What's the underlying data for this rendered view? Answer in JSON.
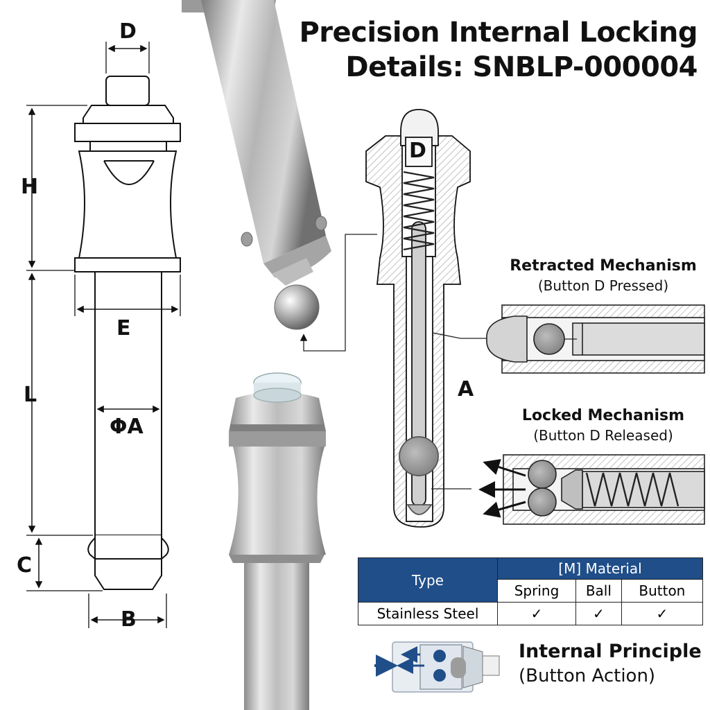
{
  "title": {
    "line1": "Precision Internal Locking",
    "line2": "Details: SNBLP-000004"
  },
  "dimensions": {
    "d": "D",
    "h": "H",
    "e": "E",
    "l": "L",
    "phi_a": "ΦA",
    "c": "C",
    "b": "B",
    "section_d": "D",
    "section_a": "A"
  },
  "retracted": {
    "heading": "Retracted Mechanism",
    "sub": "(Button D Pressed)"
  },
  "locked": {
    "heading": "Locked Mechanism",
    "sub": "(Button D Released)"
  },
  "material_table": {
    "group_header": "[M] Material",
    "type_header": "Type",
    "columns": [
      "Spring",
      "Ball",
      "Button"
    ],
    "row_label": "Stainless Steel",
    "row_values": [
      "✓",
      "✓",
      "✓"
    ]
  },
  "principle": {
    "heading": "Internal Principle",
    "sub": "(Button Action)"
  },
  "colors": {
    "steel_light": "#e6e6e6",
    "steel_dark": "#8a8a8a",
    "table_header_blue": "#1f4e89",
    "principle_blue": "#1f4e89",
    "hatch_gray": "#c8c8c8"
  }
}
